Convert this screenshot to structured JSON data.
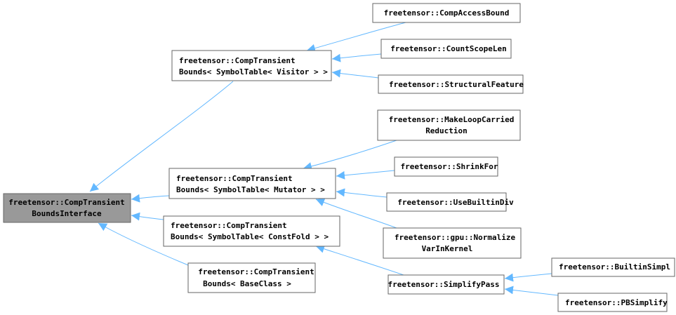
{
  "nodes": {
    "base": {
      "lines": [
        "freetensor::CompTransient",
        "BoundsInterface"
      ]
    },
    "visitor": {
      "lines": [
        "freetensor::CompTransient",
        "Bounds< SymbolTable< Visitor > >"
      ]
    },
    "mutator": {
      "lines": [
        "freetensor::CompTransient",
        "Bounds< SymbolTable< Mutator > >"
      ]
    },
    "constfold": {
      "lines": [
        "freetensor::CompTransient",
        "Bounds< SymbolTable< ConstFold > >"
      ]
    },
    "baseclass": {
      "lines": [
        "freetensor::CompTransient",
        "Bounds< BaseClass >"
      ]
    },
    "compaccessbound": {
      "lines": [
        "freetensor::CompAccessBound"
      ]
    },
    "countscopelen": {
      "lines": [
        "freetensor::CountScopeLen"
      ]
    },
    "structuralfeature": {
      "lines": [
        "freetensor::StructuralFeature"
      ]
    },
    "makeloopcarried": {
      "lines": [
        "freetensor::MakeLoopCarried",
        "Reduction"
      ]
    },
    "shrinkfor": {
      "lines": [
        "freetensor::ShrinkFor"
      ]
    },
    "usebuiltindiv": {
      "lines": [
        "freetensor::UseBuiltinDiv"
      ]
    },
    "normalizevar": {
      "lines": [
        "freetensor::gpu::Normalize",
        "VarInKernel"
      ]
    },
    "simplifypass": {
      "lines": [
        "freetensor::SimplifyPass"
      ]
    },
    "builtinsimpl": {
      "lines": [
        "freetensor::BuiltinSimpl"
      ]
    },
    "pbsimplify": {
      "lines": [
        "freetensor::PBSimplify"
      ]
    }
  },
  "colors": {
    "edge": "#63b8ff",
    "highlight_fill": "#999999",
    "border": "#666666"
  },
  "edges": [
    [
      "base",
      "visitor"
    ],
    [
      "base",
      "mutator"
    ],
    [
      "base",
      "constfold"
    ],
    [
      "base",
      "baseclass"
    ],
    [
      "visitor",
      "compaccessbound"
    ],
    [
      "visitor",
      "countscopelen"
    ],
    [
      "visitor",
      "structuralfeature"
    ],
    [
      "mutator",
      "makeloopcarried"
    ],
    [
      "mutator",
      "shrinkfor"
    ],
    [
      "mutator",
      "usebuiltindiv"
    ],
    [
      "mutator",
      "normalizevar"
    ],
    [
      "constfold",
      "simplifypass"
    ],
    [
      "simplifypass",
      "builtinsimpl"
    ],
    [
      "simplifypass",
      "pbsimplify"
    ]
  ]
}
